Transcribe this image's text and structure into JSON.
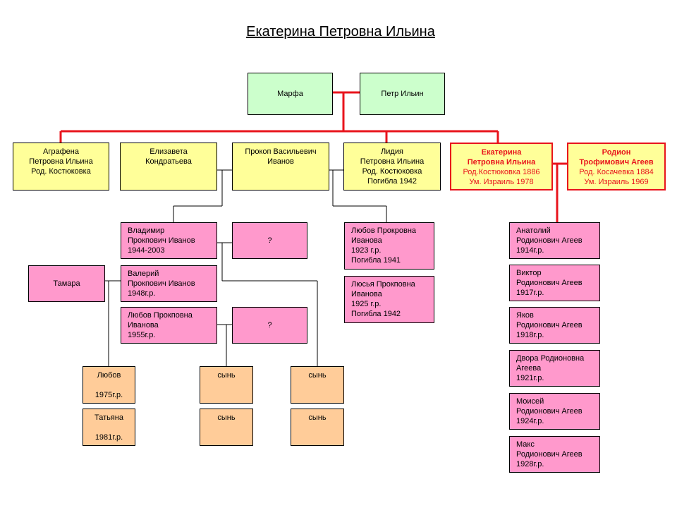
{
  "title": "Екатерина Петровна Ильина",
  "colors": {
    "red_line": "#e8141c",
    "green": "#ccffcc",
    "yellow": "#ffff99",
    "pink": "#ff99cc",
    "peach": "#ffcc99"
  },
  "people": {
    "marfa": {
      "lines": [
        "Марфа"
      ]
    },
    "petr": {
      "lines": [
        "Петр Ильин"
      ]
    },
    "agrafena": {
      "lines": [
        "Аграфена",
        "Петровна Ильина",
        "Род. Костюковка"
      ]
    },
    "elizaveta": {
      "lines": [
        "Елизавета",
        "Кондратьева"
      ]
    },
    "prokop": {
      "lines": [
        "Прокоп Васильевич",
        "Иванов"
      ]
    },
    "lidia": {
      "lines": [
        "Лидия",
        "Петровна Ильина",
        "Род. Костюковка",
        "Погибла 1942"
      ]
    },
    "ekaterina": {
      "lines": [
        "Екатерина",
        "Петровна Ильина",
        "Род.Костюковка 1886",
        "Ум. Израиль 1978"
      ]
    },
    "rodion": {
      "lines": [
        "Родион",
        "Трофимович Агеев",
        "Род. Косачевка 1884",
        "Ум. Израиль 1969"
      ]
    },
    "vladimir": {
      "lines": [
        "Владимир",
        "Прокпович Иванов",
        "1944-2003"
      ]
    },
    "unknown1": {
      "lines": [
        "?"
      ]
    },
    "tamara": {
      "lines": [
        "Тамара"
      ]
    },
    "valeriy": {
      "lines": [
        "Валерий",
        "Прокпович Иванов",
        "1948г.р."
      ]
    },
    "lyubov_p": {
      "lines": [
        "Любов Прокповна",
        "Иванова",
        "1955г.р."
      ]
    },
    "unknown2": {
      "lines": [
        "?"
      ]
    },
    "lyubov_pr": {
      "lines": [
        "Любов Прокровна",
        "Иванова",
        "1923 г.р.",
        "Погибла 1941"
      ]
    },
    "lyusya": {
      "lines": [
        "Люсья Прокповна",
        "Иванова",
        "1925 г.р.",
        "Погибла 1942"
      ]
    },
    "anatoliy": {
      "lines": [
        "Анатолий",
        "Родионович Агеев",
        "1914г.р."
      ]
    },
    "viktor": {
      "lines": [
        "Виктор",
        "Родионович Агеев",
        "1917г.р."
      ]
    },
    "yakov": {
      "lines": [
        "Яков",
        "Родионович Агеев",
        "1918г.р."
      ]
    },
    "dvora": {
      "lines": [
        "Двора Родионовна",
        "Агеева",
        "1921г.р."
      ]
    },
    "moisey": {
      "lines": [
        "Моисей",
        "Родионович Агеев",
        "1924г.р."
      ]
    },
    "maks": {
      "lines": [
        "Макс",
        "Родионович Агеев",
        "1928г.р."
      ]
    },
    "lyubov_g": {
      "lines": [
        "Любов",
        "",
        "1975г.р."
      ]
    },
    "tatyana": {
      "lines": [
        "Татьяна",
        "",
        "1981г.р."
      ]
    },
    "son1": {
      "lines": [
        "сынь"
      ]
    },
    "son2": {
      "lines": [
        "сынь"
      ]
    },
    "son3": {
      "lines": [
        "сынь"
      ]
    },
    "son4": {
      "lines": [
        "сынь"
      ]
    }
  }
}
